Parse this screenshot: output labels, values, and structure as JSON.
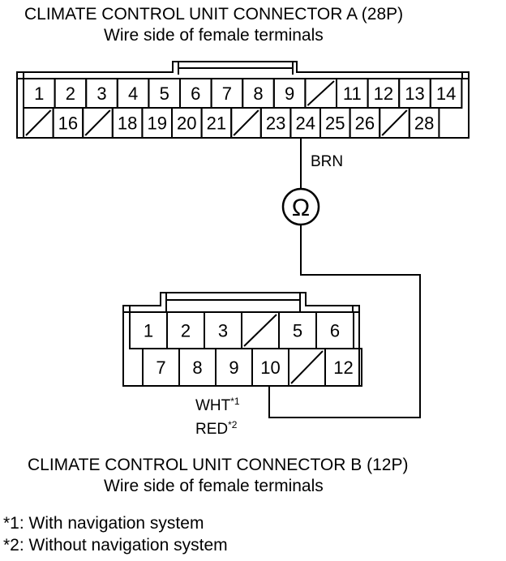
{
  "connector_a": {
    "title": "CLIMATE CONTROL UNIT CONNECTOR A (28P)",
    "subtitle": "Wire side of female terminals",
    "row1": [
      "1",
      "2",
      "3",
      "4",
      "5",
      "6",
      "7",
      "8",
      "9",
      "/",
      "11",
      "12",
      "13",
      "14"
    ],
    "row2": [
      "/",
      "/",
      "16",
      "/",
      "18",
      "19",
      "20",
      "21",
      "/",
      "23",
      "24",
      "25",
      "26",
      "/",
      "28"
    ]
  },
  "connector_b": {
    "title": "CLIMATE CONTROL UNIT CONNECTOR B (12P)",
    "subtitle": "Wire side of female terminals",
    "row1": [
      "1",
      "2",
      "3",
      "/",
      "5",
      "6"
    ],
    "row2": [
      "7",
      "8",
      "9",
      "10",
      "/",
      "12"
    ]
  },
  "wires": {
    "a_wire": "BRN",
    "b_wire_1": "WHT",
    "b_wire_1_mark": "*1",
    "b_wire_2": "RED",
    "b_wire_2_mark": "*2",
    "meter_symbol": "Ω"
  },
  "notes": {
    "note1": "*1: With navigation system",
    "note2": "*2: Without navigation system"
  }
}
